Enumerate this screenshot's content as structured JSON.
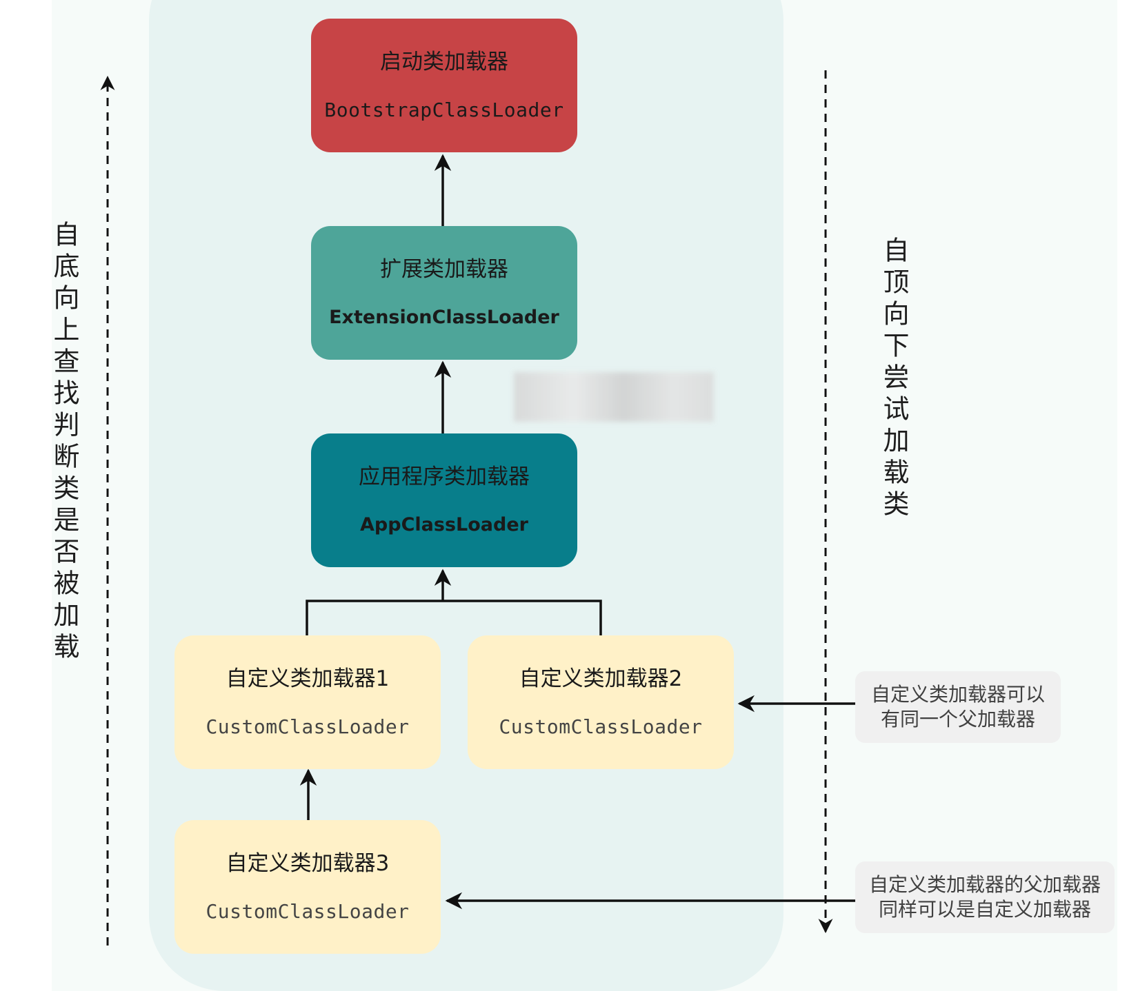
{
  "nodes": {
    "bootstrap": {
      "cn": "启动类加载器",
      "en": "BootstrapClassLoader",
      "color": "#c74446"
    },
    "extension": {
      "cn": "扩展类加载器",
      "en": "ExtensionClassLoader",
      "color": "#4ea599"
    },
    "app": {
      "cn": "应用程序类加载器",
      "en": "AppClassLoader",
      "color": "#087e8b"
    },
    "custom1": {
      "cn": "自定义类加载器1",
      "en": "CustomClassLoader",
      "color": "#fff1c8"
    },
    "custom2": {
      "cn": "自定义类加载器2",
      "en": "CustomClassLoader",
      "color": "#fff1c8"
    },
    "custom3": {
      "cn": "自定义类加载器3",
      "en": "CustomClassLoader",
      "color": "#fff1c8"
    }
  },
  "side_labels": {
    "left": "自底向上查找判断类是否被加载",
    "right": "自顶向下尝试加载类"
  },
  "notes": {
    "note1": {
      "line1": "自定义类加载器可以",
      "line2": "有同一个父加载器"
    },
    "note2": {
      "line1": "自定义类加载器的父加载器",
      "line2": "同样可以是自定义加载器"
    }
  }
}
